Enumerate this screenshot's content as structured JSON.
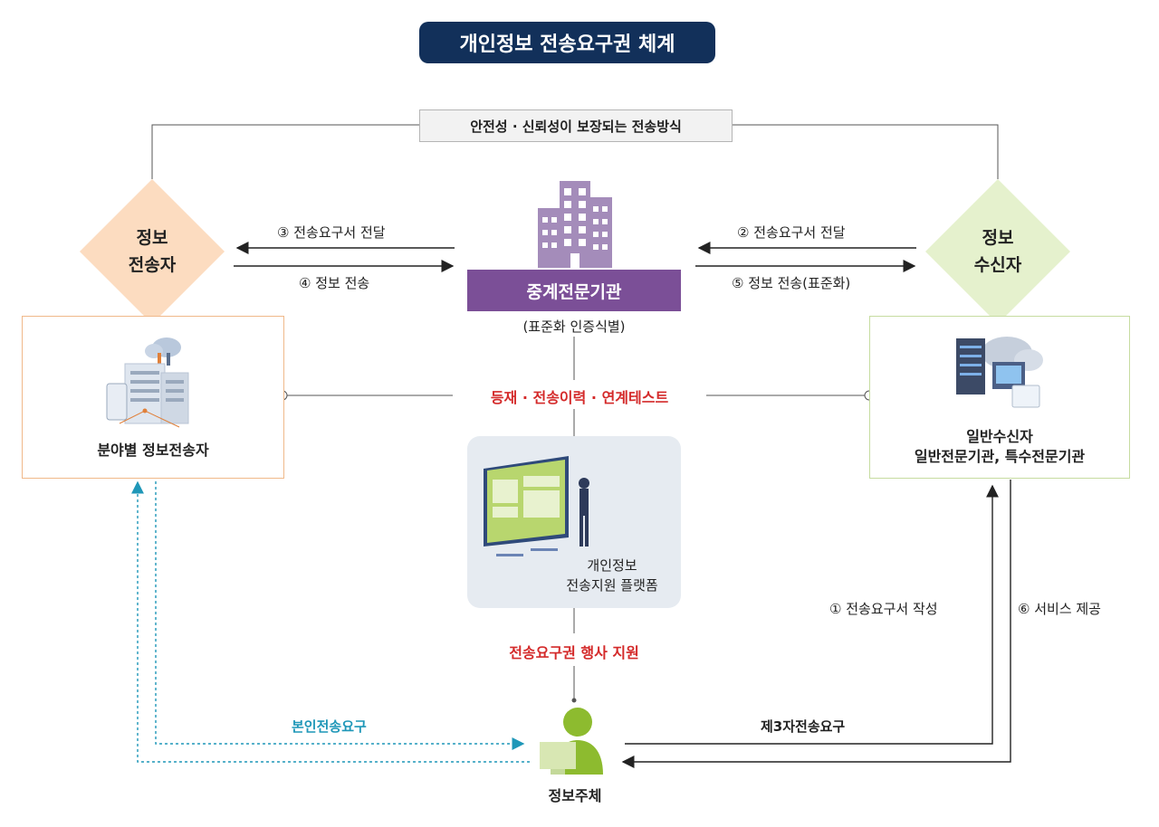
{
  "title": "개인정보 전송요구권 체계",
  "banner": "안전성 · 신뢰성이 보장되는 전송방식",
  "sender": {
    "line1": "정보",
    "line2": "전송자",
    "box_label": "분야별 정보전송자"
  },
  "receiver": {
    "line1": "정보",
    "line2": "수신자",
    "box_line1": "일반수신자",
    "box_line2": "일반전문기관, 특수전문기관"
  },
  "broker": {
    "label": "중계전문기관",
    "sub": "(표준화 인증식별)"
  },
  "arrows": {
    "step3": "③ 전송요구서 전달",
    "step4": "④ 정보 전송",
    "step2": "② 전송요구서 전달",
    "step5": "⑤ 정보 전송(표준화)",
    "step1": "① 전송요구서 작성",
    "step6": "⑥ 서비스 제공",
    "self_request": "본인전송요구",
    "third_party": "제3자전송요구"
  },
  "registry": "등재 · 전송이력 · 연계테스트",
  "platform": {
    "line1": "개인정보",
    "line2": "전송지원 플랫폼"
  },
  "support": "전송요구권 행사 지원",
  "subject": "정보주체",
  "colors": {
    "navy": "#12305a",
    "purple": "#7b4f97",
    "red": "#d42a2a",
    "teal": "#1f97b8",
    "orange_diamond": "#fcdcc0",
    "green_diamond": "#e5f1cd",
    "person_green": "#8dbb2f"
  }
}
